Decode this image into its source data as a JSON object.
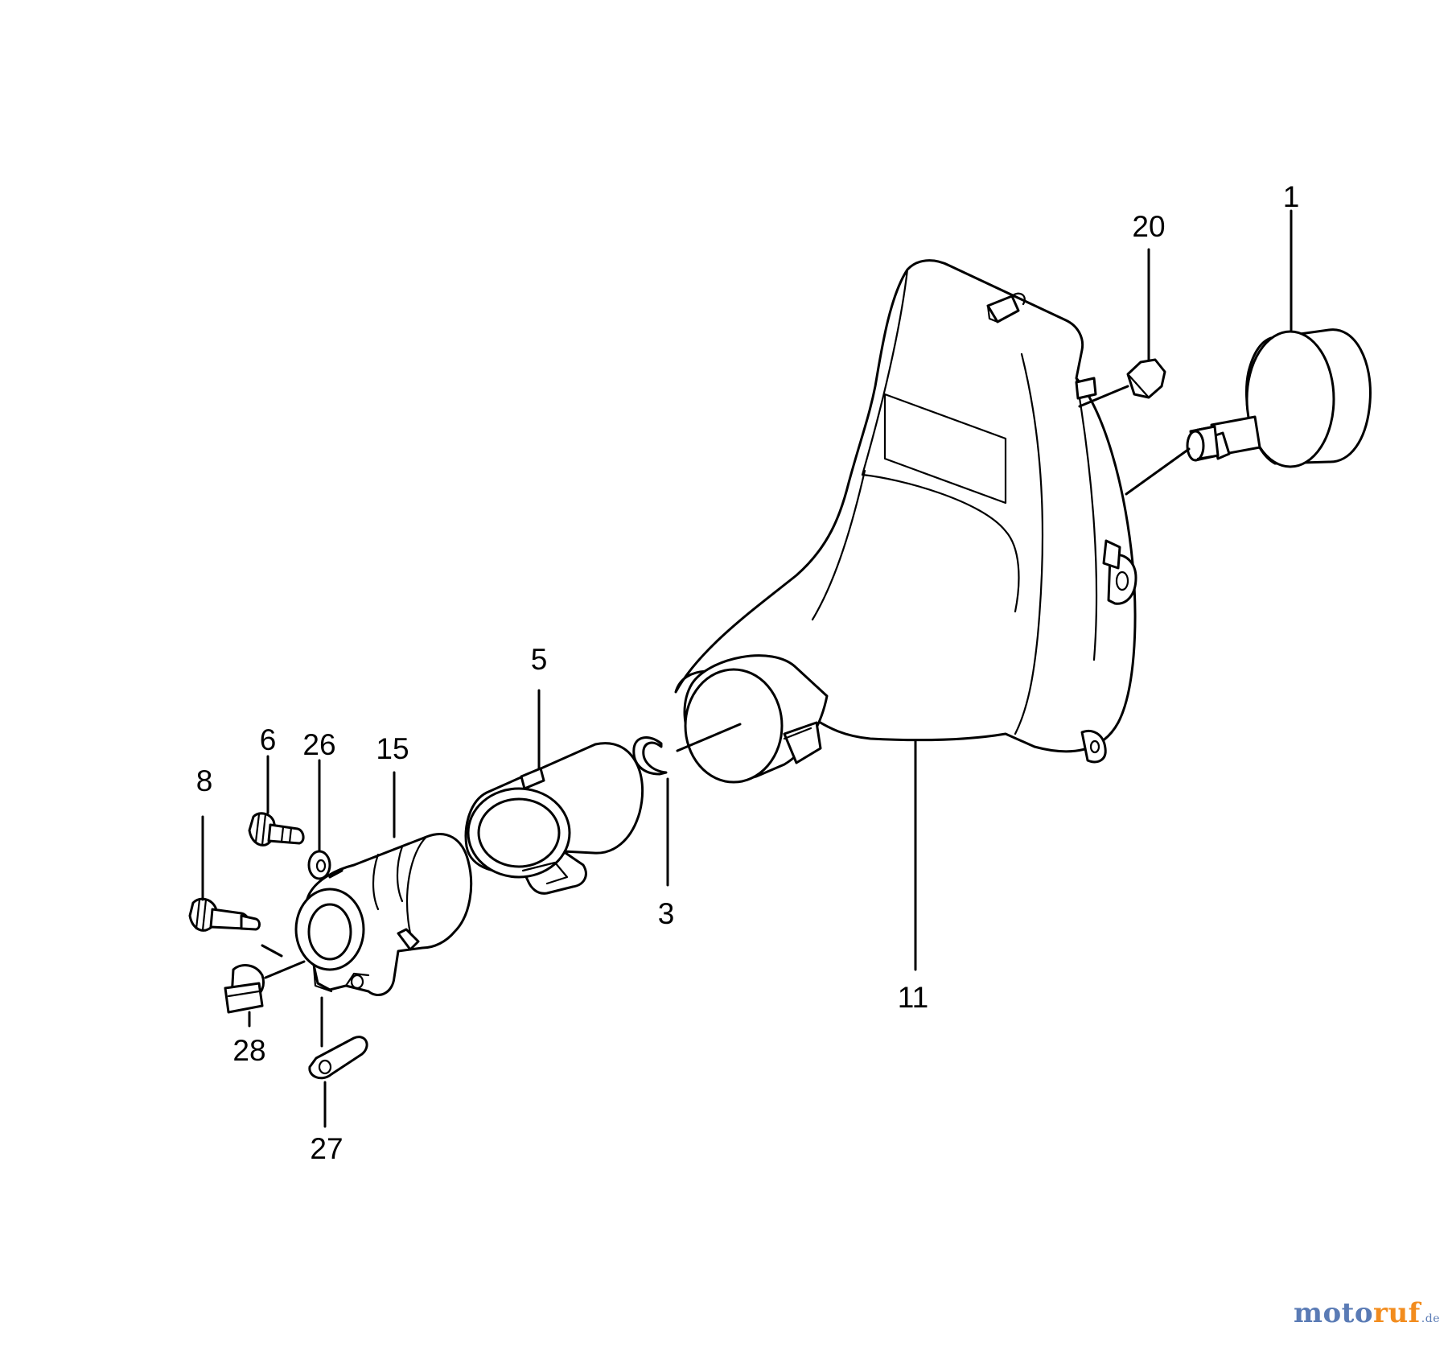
{
  "diagram": {
    "callouts": [
      "1",
      "20",
      "11",
      "5",
      "3",
      "6",
      "26",
      "15",
      "8",
      "28",
      "27"
    ]
  },
  "watermark": {
    "prefix": "moto",
    "middle": "ruf",
    "suffix": ".de",
    "colors": {
      "prefix": "#5a7bb5",
      "middle": "#f28c1e",
      "suffix": "#5a7bb5"
    }
  }
}
